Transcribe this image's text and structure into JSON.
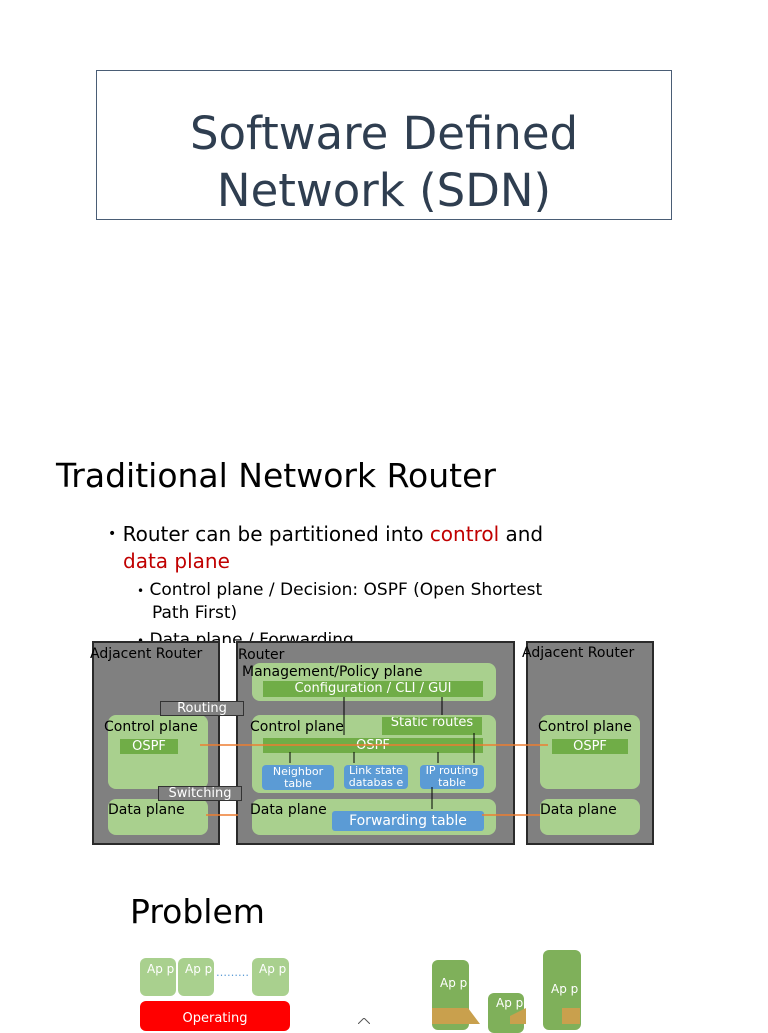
{
  "slide1": {
    "title_line1": "Software Defined",
    "title_line2": "Network (SDN)"
  },
  "slide2": {
    "heading": "Traditional Network Router",
    "bullet1_part1": "Router can be partitioned into ",
    "bullet1_control": "control",
    "bullet1_and": " and",
    "bullet1_dataplane": "data plane",
    "sub1_line1": "Control plane / Decision:  OSPF (Open Shortest",
    "sub1_line2": "Path First)",
    "sub2": "Data plane / Forwarding",
    "diagram": {
      "adjacent_left": "Adjacent Router",
      "router": "Router",
      "adjacent_right": "Adjacent Router",
      "mgmt": "Management/Policy plane",
      "config": "Configuration / CLI / GUI",
      "routing": "Routing",
      "switching": "Switching",
      "control_plane": "Control plane",
      "ospf": "OSPF",
      "static_routes": "Static routes",
      "neighbor_table": "Neighbor table",
      "link_state": "Link state databas e",
      "ip_routing": "IP routing table",
      "data_plane": "Data plane",
      "forwarding_table": "Forwarding table"
    }
  },
  "slide3": {
    "heading": "Problem",
    "app": "Ap p",
    "dots": "………",
    "operating": "Operating"
  }
}
